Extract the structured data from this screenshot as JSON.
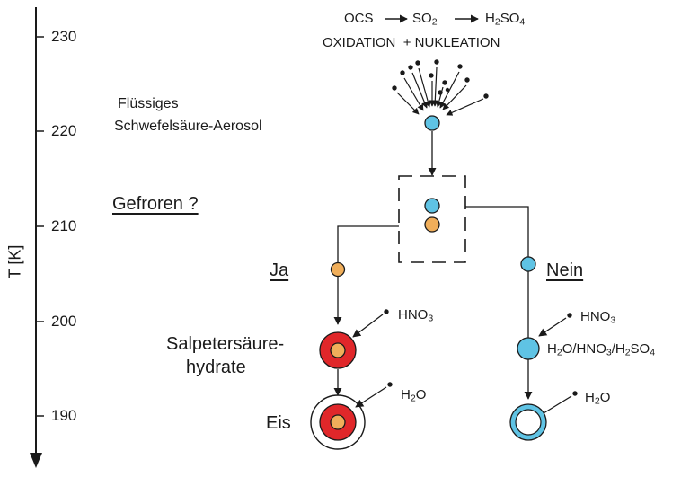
{
  "axis": {
    "label": "T [K]",
    "ticks": [
      "230",
      "220",
      "210",
      "200",
      "190"
    ]
  },
  "top": {
    "reaction": {
      "a": "OCS",
      "b": "SO",
      "b_sub": "2",
      "c": "H",
      "c_sub1": "2",
      "c_mid": "SO",
      "c_sub2": "4"
    },
    "process": "OXIDATION  + NUKLEATION"
  },
  "labels": {
    "aerosol_line1": "Flüssiges",
    "aerosol_line2": "Schwefelsäure-Aerosol",
    "frozen_question": "Gefroren ?",
    "yes": "Ja",
    "no": "Nein",
    "nat_line1": "Salpetersäure-",
    "nat_line2": "hydrate",
    "ice": "Eis"
  },
  "species": {
    "hno3_left": {
      "a": "HNO",
      "sub": "3"
    },
    "h2o_left": {
      "a": "H",
      "sub": "2",
      "b": "O"
    },
    "hno3_right": {
      "a": "HNO",
      "sub": "3"
    },
    "ternary": {
      "a": "H",
      "s1": "2",
      "b": "O/HNO",
      "s2": "3",
      "c": "/H",
      "s3": "2",
      "d": "SO",
      "s4": "4"
    },
    "h2o_right": {
      "a": "H",
      "sub": "2",
      "b": "O"
    }
  },
  "colors": {
    "blue": "#5fc3e4",
    "orange": "#f0ae5a",
    "red": "#e0272a",
    "line": "#1a1a1a"
  }
}
